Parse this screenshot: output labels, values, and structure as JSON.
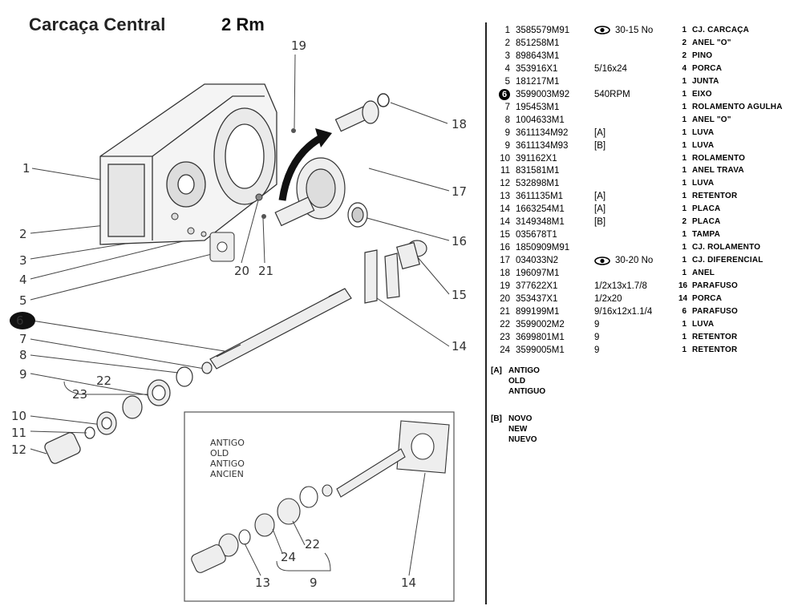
{
  "header": {
    "title": "Carcaça Central",
    "subtitle": "2 Rm"
  },
  "diagram": {
    "callouts": [
      "19",
      "18",
      "17",
      "16",
      "15",
      "14",
      "1",
      "2",
      "3",
      "4",
      "5",
      "6",
      "7",
      "8",
      "9",
      "22",
      "23",
      "10",
      "11",
      "12",
      "20",
      "21"
    ],
    "inset": {
      "lang_labels": [
        "ANTIGO",
        "OLD",
        "ANTIGO",
        "ANCIEN"
      ],
      "callouts": [
        "22",
        "24",
        "13",
        "9",
        "14"
      ]
    }
  },
  "parts": [
    {
      "ref": "1",
      "part": "3585579M91",
      "note": "30-15 No",
      "note_icon": "eye-icon",
      "qty": "1",
      "desc": "CJ. CARCAÇA"
    },
    {
      "ref": "2",
      "part": "851258M1",
      "note": "",
      "qty": "2",
      "desc": "ANEL \"O\""
    },
    {
      "ref": "3",
      "part": "898643M1",
      "note": "",
      "qty": "2",
      "desc": "PINO"
    },
    {
      "ref": "4",
      "part": "353916X1",
      "note": "5/16x24",
      "qty": "4",
      "desc": "PORCA"
    },
    {
      "ref": "5",
      "part": "181217M1",
      "note": "",
      "qty": "1",
      "desc": "JUNTA"
    },
    {
      "ref": "6",
      "part": "3599003M92",
      "note": "540RPM",
      "qty": "1",
      "desc": "EIXO",
      "highlight": true
    },
    {
      "ref": "7",
      "part": "195453M1",
      "note": "",
      "qty": "1",
      "desc": "ROLAMENTO AGULHA"
    },
    {
      "ref": "8",
      "part": "1004633M1",
      "note": "",
      "qty": "1",
      "desc": "ANEL \"O\""
    },
    {
      "ref": "9",
      "part": "3611134M92",
      "note": "[A]",
      "qty": "1",
      "desc": "LUVA"
    },
    {
      "ref": "9",
      "part": "3611134M93",
      "note": "[B]",
      "qty": "1",
      "desc": "LUVA"
    },
    {
      "ref": "10",
      "part": "391162X1",
      "note": "",
      "qty": "1",
      "desc": "ROLAMENTO"
    },
    {
      "ref": "11",
      "part": "831581M1",
      "note": "",
      "qty": "1",
      "desc": "ANEL TRAVA"
    },
    {
      "ref": "12",
      "part": "532898M1",
      "note": "",
      "qty": "1",
      "desc": "LUVA"
    },
    {
      "ref": "13",
      "part": "3611135M1",
      "note": "[A]",
      "qty": "1",
      "desc": "RETENTOR"
    },
    {
      "ref": "14",
      "part": "1663254M1",
      "note": "[A]",
      "qty": "1",
      "desc": "PLACA"
    },
    {
      "ref": "14",
      "part": "3149348M1",
      "note": "[B]",
      "qty": "2",
      "desc": "PLACA"
    },
    {
      "ref": "15",
      "part": "035678T1",
      "note": "",
      "qty": "1",
      "desc": "TAMPA"
    },
    {
      "ref": "16",
      "part": "1850909M91",
      "note": "",
      "qty": "1",
      "desc": "CJ. ROLAMENTO"
    },
    {
      "ref": "17",
      "part": "034033N2",
      "note": "30-20 No",
      "note_icon": "eye-icon",
      "qty": "1",
      "desc": "CJ. DIFERENCIAL"
    },
    {
      "ref": "18",
      "part": "196097M1",
      "note": "",
      "qty": "1",
      "desc": "ANEL"
    },
    {
      "ref": "19",
      "part": "377622X1",
      "note": "1/2x13x1.7/8",
      "qty": "16",
      "desc": "PARAFUSO"
    },
    {
      "ref": "20",
      "part": "353437X1",
      "note": "1/2x20",
      "qty": "14",
      "desc": "PORCA"
    },
    {
      "ref": "21",
      "part": "899199M1",
      "note": "9/16x12x1.1/4",
      "qty": "6",
      "desc": "PARAFUSO"
    },
    {
      "ref": "22",
      "part": "3599002M2",
      "note": "9",
      "qty": "1",
      "desc": "LUVA"
    },
    {
      "ref": "23",
      "part": "3699801M1",
      "note": "9",
      "qty": "1",
      "desc": "RETENTOR"
    },
    {
      "ref": "24",
      "part": "3599005M1",
      "note": "9",
      "qty": "1",
      "desc": "RETENTOR"
    }
  ],
  "legend": [
    {
      "key": "[A]",
      "lines": [
        "ANTIGO",
        "OLD",
        "ANTIGUO"
      ]
    },
    {
      "key": "[B]",
      "lines": [
        "NOVO",
        "NEW",
        "NUEVO"
      ]
    }
  ]
}
